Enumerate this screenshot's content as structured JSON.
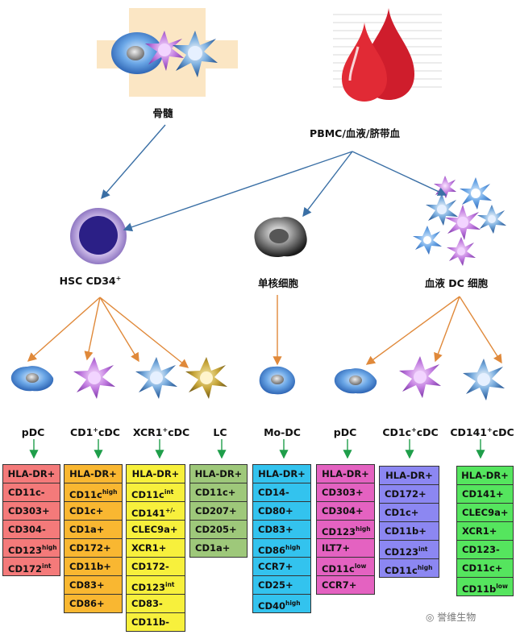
{
  "sources": {
    "bone_marrow": "骨髓",
    "blood": "PBMC/血液/脐带血"
  },
  "middle": {
    "hsc": "HSC CD34",
    "hsc_sup": "+",
    "monocyte": "单核细胞",
    "blood_dc": "血液 DC 细胞"
  },
  "columns": [
    {
      "id": "pdc1",
      "base": "pDC",
      "sup": "",
      "color": "#f47a7a",
      "markers": [
        [
          "HLA-DR+",
          ""
        ],
        [
          "CD11c-",
          ""
        ],
        [
          "CD303+",
          ""
        ],
        [
          "CD304-",
          ""
        ],
        [
          "CD123",
          "high"
        ],
        [
          "CD172",
          "int"
        ]
      ]
    },
    {
      "id": "cd1cdc",
      "base": "CD1",
      "sup": "+",
      "after": "cDC",
      "color": "#f9b731",
      "markers": [
        [
          "HLA-DR+",
          ""
        ],
        [
          "CD11c",
          "high"
        ],
        [
          "CD1c+",
          ""
        ],
        [
          "CD1a+",
          ""
        ],
        [
          "CD172+",
          ""
        ],
        [
          "CD11b+",
          ""
        ],
        [
          "CD83+",
          ""
        ],
        [
          "CD86+",
          ""
        ]
      ]
    },
    {
      "id": "xcr1cdc",
      "base": "XCR1",
      "sup": "+",
      "after": "cDC",
      "color": "#f7f03c",
      "markers": [
        [
          "HLA-DR+",
          ""
        ],
        [
          "CD11c",
          "int"
        ],
        [
          "CD141",
          "+/-"
        ],
        [
          "CLEC9a+",
          ""
        ],
        [
          "XCR1+",
          ""
        ],
        [
          "CD172-",
          ""
        ],
        [
          "CD123",
          "int"
        ],
        [
          "CD83-",
          ""
        ],
        [
          "CD11b-",
          ""
        ]
      ]
    },
    {
      "id": "lc",
      "base": "LC",
      "sup": "",
      "color": "#9ec87a",
      "markers": [
        [
          "HLA-DR+",
          ""
        ],
        [
          "CD11c+",
          ""
        ],
        [
          "CD207+",
          ""
        ],
        [
          "CD205+",
          ""
        ],
        [
          "CD1a+",
          ""
        ]
      ]
    },
    {
      "id": "modc",
      "base": "Mo-DC",
      "sup": "",
      "color": "#33c3ee",
      "markers": [
        [
          "HLA-DR+",
          ""
        ],
        [
          "CD14-",
          ""
        ],
        [
          "CD80+",
          ""
        ],
        [
          "CD83+",
          ""
        ],
        [
          "CD86",
          "high"
        ],
        [
          "CCR7+",
          ""
        ],
        [
          "CD25+",
          ""
        ],
        [
          "CD40",
          "high"
        ]
      ]
    },
    {
      "id": "pdc2",
      "base": "pDC",
      "sup": "",
      "color": "#e462c1",
      "markers": [
        [
          "HLA-DR+",
          ""
        ],
        [
          "CD303+",
          ""
        ],
        [
          "CD304+",
          ""
        ],
        [
          "CD123",
          "high"
        ],
        [
          "ILT7+",
          ""
        ],
        [
          "CD11c",
          "low"
        ],
        [
          "CCR7+",
          ""
        ]
      ]
    },
    {
      "id": "cd1ccdc",
      "base": "CD1c",
      "sup": "+",
      "after": "cDC",
      "color": "#8c87f2",
      "markers": [
        [
          "HLA-DR+",
          ""
        ],
        [
          "CD172+",
          ""
        ],
        [
          "CD1c+",
          ""
        ],
        [
          "CD11b+",
          ""
        ],
        [
          "CD123",
          "int"
        ],
        [
          "CD11c",
          "high"
        ]
      ]
    },
    {
      "id": "cd141cdc",
      "base": "CD141",
      "sup": "+",
      "after": "cDC",
      "color": "#55e55e",
      "markers": [
        [
          "HLA-DR+",
          ""
        ],
        [
          "CD141+",
          ""
        ],
        [
          "CLEC9a+",
          ""
        ],
        [
          "XCR1+",
          ""
        ],
        [
          "CD123-",
          ""
        ],
        [
          "CD11c+",
          ""
        ],
        [
          "CD11b",
          "low"
        ]
      ]
    }
  ],
  "watermark": "誉维生物",
  "colors": {
    "blue_arrow": "#3a6fa5",
    "orange_arrow": "#e0893a",
    "green_arrow": "#1f9e4a"
  }
}
